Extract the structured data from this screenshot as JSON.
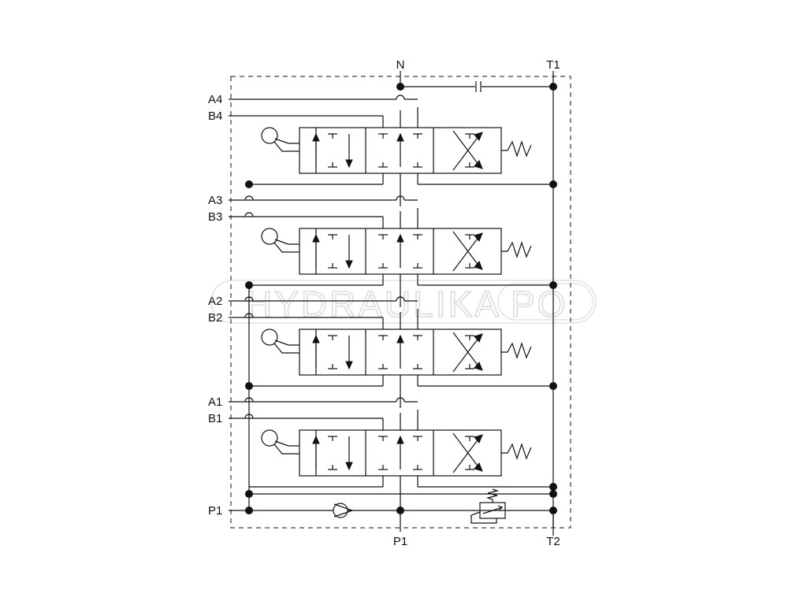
{
  "ports": {
    "top_left": "N",
    "top_right": "T1",
    "bottom_left": "P1",
    "bottom_right": "T2",
    "left_pressure": "P1"
  },
  "sections": [
    {
      "a_label": "A4",
      "b_label": "B4"
    },
    {
      "a_label": "A3",
      "b_label": "B3"
    },
    {
      "a_label": "A2",
      "b_label": "B2"
    },
    {
      "a_label": "A1",
      "b_label": "B1"
    }
  ],
  "watermark": {
    "text": "HYDRAULIKA",
    "suffix": "PO"
  },
  "colors": {
    "line": "#111111",
    "watermark": "#dcdcdc",
    "background": "#ffffff"
  }
}
